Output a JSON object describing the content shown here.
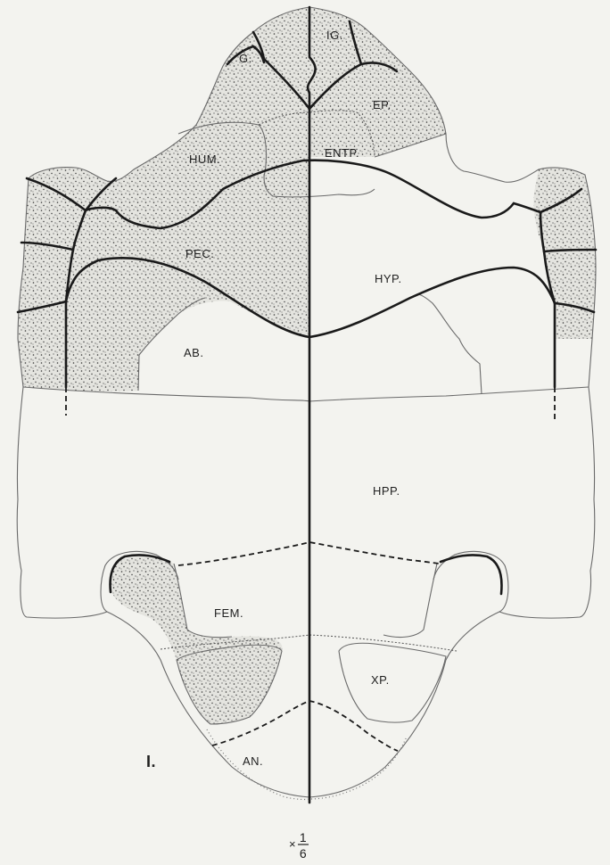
{
  "figure": {
    "number": "I.",
    "scale": {
      "prefix": "×",
      "numerator": "1",
      "denominator": "6"
    }
  },
  "labels": {
    "intergular": "IG.",
    "gular": "G.",
    "epiplastron": "EP.",
    "entoplastron": "ENTP.",
    "humeral": "HUM.",
    "pectoral": "PEC.",
    "hyoplastron": "HYP.",
    "abdominal": "AB.",
    "hypoplastron": "HPP.",
    "femoral": "FEM.",
    "xiphiplastron": "XP.",
    "anal": "AN."
  }
}
